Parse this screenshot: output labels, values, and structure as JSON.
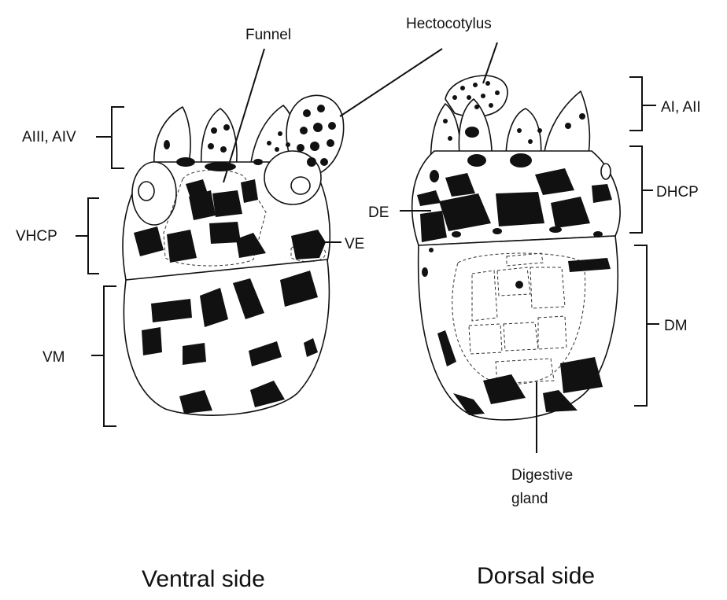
{
  "labels": {
    "funnel": "Funnel",
    "hectocotylus": "Hectocotylus",
    "aiii_aiv": "AIII, AIV",
    "vhcp": "VHCP",
    "vm": "VM",
    "ve": "VE",
    "ai_aii": "AI, AII",
    "dhcp": "DHCP",
    "de": "DE",
    "dm": "DM",
    "digestive_gland_line1": "Digestive",
    "digestive_gland_line2": "gland"
  },
  "captions": {
    "ventral": "Ventral side",
    "dorsal": "Dorsal side"
  },
  "colors": {
    "ink": "#111111",
    "background": "#ffffff"
  }
}
